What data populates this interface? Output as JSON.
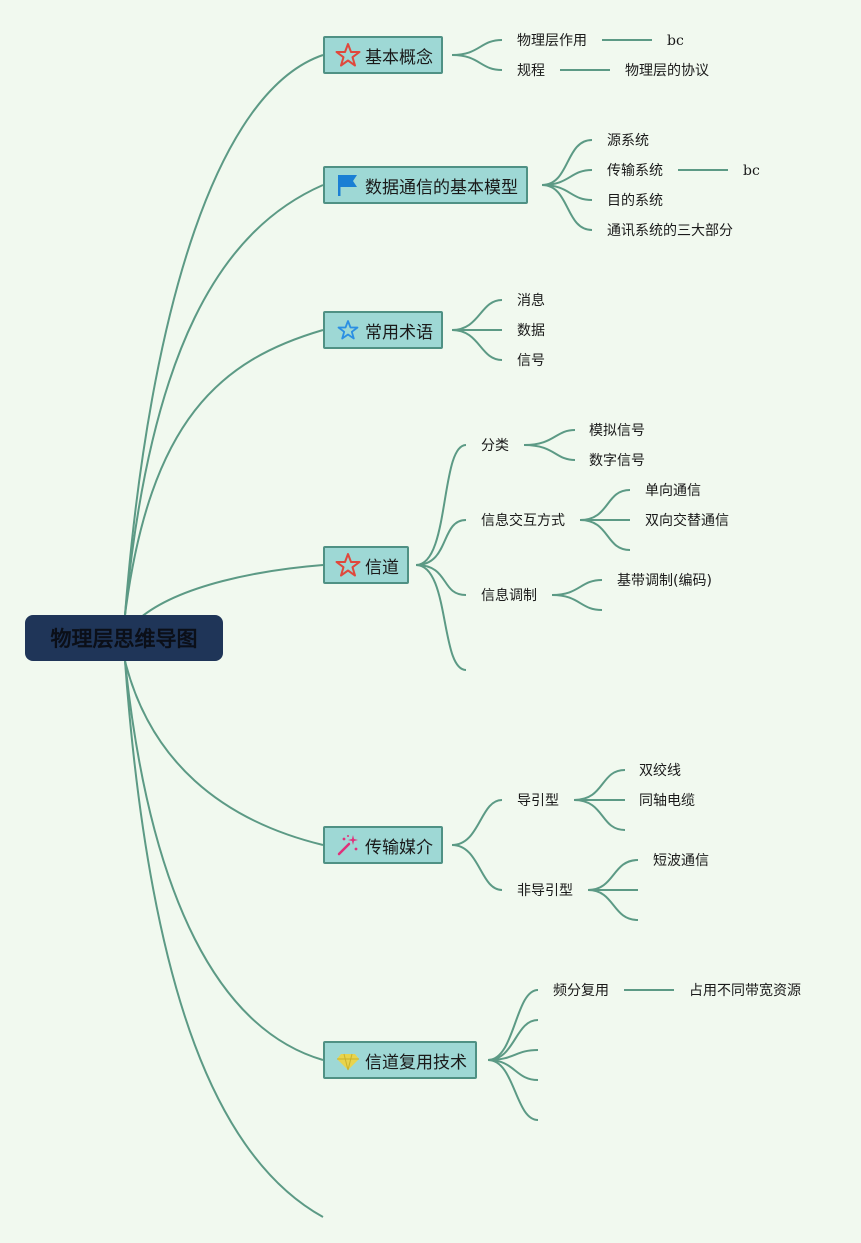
{
  "root": {
    "label": "物理层思维导图"
  },
  "branches": [
    {
      "label": "基本概念",
      "icon": "star-outline-red-icon",
      "children": [
        {
          "label": "物理层作用",
          "detail": "bc"
        },
        {
          "label": "规程",
          "detail": "物理层的协议"
        }
      ]
    },
    {
      "label": "数据通信的基本模型",
      "icon": "flag-blue-icon",
      "children": [
        {
          "label": "源系统"
        },
        {
          "label": "传输系统",
          "detail": "bc"
        },
        {
          "label": "目的系统"
        },
        {
          "label": "通讯系统的三大部分"
        }
      ]
    },
    {
      "label": "常用术语",
      "icon": "star-outline-blue-icon",
      "children": [
        {
          "label": "消息"
        },
        {
          "label": "数据"
        },
        {
          "label": "信号"
        }
      ]
    },
    {
      "label": "信道",
      "icon": "star-outline-red-icon",
      "children": [
        {
          "label": "分类",
          "children": [
            "模拟信号",
            "数字信号"
          ]
        },
        {
          "label": "信息交互方式",
          "children": [
            "单向通信",
            "双向交替通信",
            ""
          ]
        },
        {
          "label": "信息调制",
          "children": [
            "基带调制(编码)",
            ""
          ]
        },
        {
          "label": ""
        }
      ]
    },
    {
      "label": "传输媒介",
      "icon": "magic-wand-icon",
      "children": [
        {
          "label": "导引型",
          "children": [
            "双绞线",
            "同轴电缆",
            ""
          ]
        },
        {
          "label": "非导引型",
          "children": [
            "短波通信",
            "",
            ""
          ]
        }
      ]
    },
    {
      "label": "信道复用技术",
      "icon": "diamond-icon",
      "children": [
        {
          "label": "频分复用",
          "detail": "占用不同带宽资源"
        },
        {
          "label": ""
        },
        {
          "label": ""
        },
        {
          "label": ""
        },
        {
          "label": ""
        }
      ]
    },
    {
      "label": ""
    }
  ]
}
